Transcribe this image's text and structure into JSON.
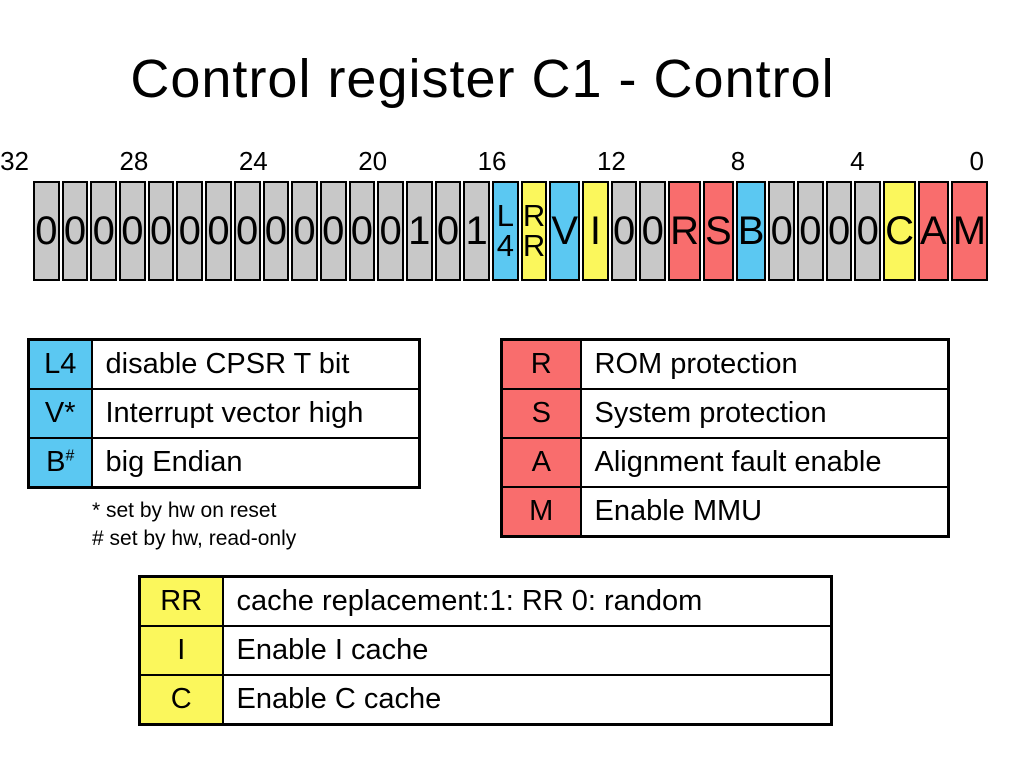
{
  "title": "Control register C1 - Control",
  "colors": {
    "blue": "#5BC8F2",
    "yellow": "#FBF75C",
    "red": "#F96D6D",
    "gray": "#C8C8C8",
    "border": "#000000",
    "background": "#FFFFFF"
  },
  "register": {
    "tick_labels": [
      "32",
      "28",
      "24",
      "20",
      "16",
      "12",
      "8",
      "4",
      "0"
    ],
    "cells": [
      {
        "text": "0",
        "color": "gray"
      },
      {
        "text": "0",
        "color": "gray"
      },
      {
        "text": "0",
        "color": "gray"
      },
      {
        "text": "0",
        "color": "gray"
      },
      {
        "text": "0",
        "color": "gray"
      },
      {
        "text": "0",
        "color": "gray"
      },
      {
        "text": "0",
        "color": "gray"
      },
      {
        "text": "0",
        "color": "gray"
      },
      {
        "text": "0",
        "color": "gray"
      },
      {
        "text": "0",
        "color": "gray"
      },
      {
        "text": "0",
        "color": "gray"
      },
      {
        "text": "0",
        "color": "gray"
      },
      {
        "text": "0",
        "color": "gray"
      },
      {
        "text": "1",
        "color": "gray"
      },
      {
        "text": "0",
        "color": "gray"
      },
      {
        "text": "1",
        "color": "gray"
      },
      {
        "lines": [
          "L",
          "4"
        ],
        "color": "blue"
      },
      {
        "lines": [
          "R",
          "R"
        ],
        "color": "yellow"
      },
      {
        "text": "V",
        "color": "blue"
      },
      {
        "text": "I",
        "color": "yellow"
      },
      {
        "text": "0",
        "color": "gray"
      },
      {
        "text": "0",
        "color": "gray"
      },
      {
        "text": "R",
        "color": "red"
      },
      {
        "text": "S",
        "color": "red"
      },
      {
        "text": "B",
        "color": "blue"
      },
      {
        "text": "0",
        "color": "gray"
      },
      {
        "text": "0",
        "color": "gray"
      },
      {
        "text": "0",
        "color": "gray"
      },
      {
        "text": "0",
        "color": "gray"
      },
      {
        "text": "C",
        "color": "yellow"
      },
      {
        "text": "A",
        "color": "red"
      },
      {
        "text": "M",
        "color": "red"
      }
    ]
  },
  "legend_blue": {
    "rows": [
      {
        "key": "L4",
        "desc": "disable CPSR T bit"
      },
      {
        "key": "V*",
        "desc": "Interrupt vector high"
      },
      {
        "key": "B",
        "key_sup": "#",
        "desc": "big Endian"
      }
    ]
  },
  "legend_red": {
    "rows": [
      {
        "key": "R",
        "desc": "ROM protection"
      },
      {
        "key": "S",
        "desc": "System protection"
      },
      {
        "key": "A",
        "desc": "Alignment fault enable"
      },
      {
        "key": "M",
        "desc": "Enable MMU"
      }
    ]
  },
  "legend_yellow": {
    "rows": [
      {
        "key": "RR",
        "desc": "cache replacement:1: RR 0: random"
      },
      {
        "key": "I",
        "desc": "Enable I cache"
      },
      {
        "key": "C",
        "desc": "Enable C cache"
      }
    ]
  },
  "footnotes": [
    "* set by hw on reset",
    "# set by hw, read-only"
  ]
}
